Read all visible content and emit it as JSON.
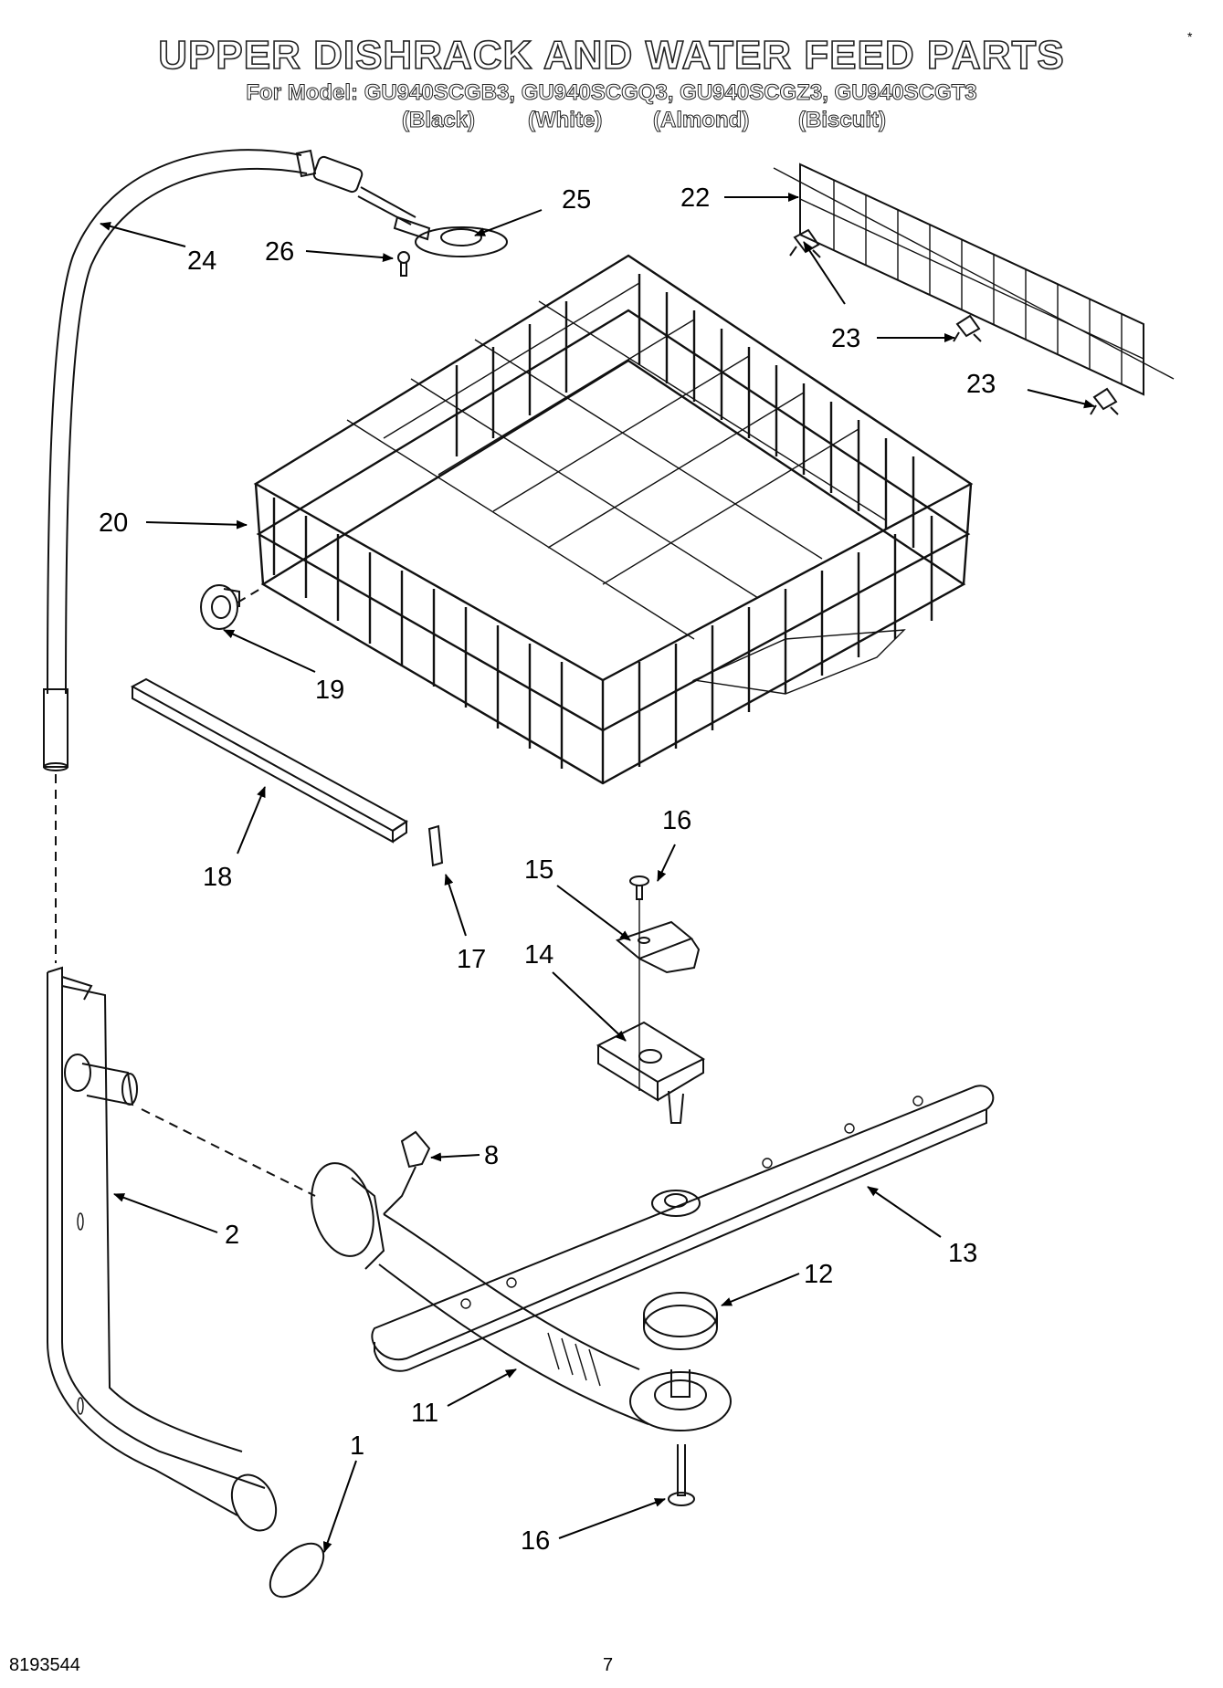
{
  "header": {
    "title": "UPPER DISHRACK AND WATER FEED PARTS",
    "models": "For Model: GU940SCGB3, GU940SCGQ3, GU940SCGZ3, GU940SCGT3",
    "colors": [
      "(Black)",
      "(White)",
      "(Almond)",
      "(Biscuit)"
    ]
  },
  "corner_mark": "*",
  "footer": {
    "doc_number": "8193544",
    "page_number": "7"
  },
  "callouts": [
    {
      "id": "c25",
      "label": "25"
    },
    {
      "id": "c22",
      "label": "22"
    },
    {
      "id": "c24",
      "label": "24"
    },
    {
      "id": "c26",
      "label": "26"
    },
    {
      "id": "c23a",
      "label": "23"
    },
    {
      "id": "c23b",
      "label": "23"
    },
    {
      "id": "c20",
      "label": "20"
    },
    {
      "id": "c19",
      "label": "19"
    },
    {
      "id": "c16a",
      "label": "16"
    },
    {
      "id": "c18",
      "label": "18"
    },
    {
      "id": "c15",
      "label": "15"
    },
    {
      "id": "c17",
      "label": "17"
    },
    {
      "id": "c14",
      "label": "14"
    },
    {
      "id": "c8",
      "label": "8"
    },
    {
      "id": "c2",
      "label": "2"
    },
    {
      "id": "c13",
      "label": "13"
    },
    {
      "id": "c12",
      "label": "12"
    },
    {
      "id": "c11",
      "label": "11"
    },
    {
      "id": "c1",
      "label": "1"
    },
    {
      "id": "c16b",
      "label": "16"
    }
  ]
}
